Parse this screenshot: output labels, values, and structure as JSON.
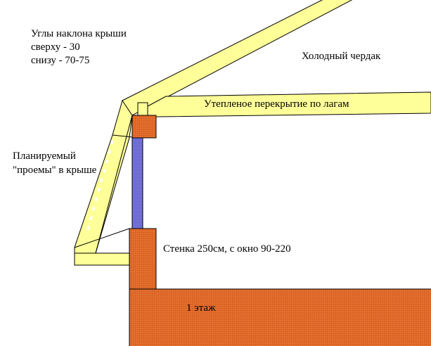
{
  "labels": {
    "roof_angles_title": "Углы наклона крыши",
    "roof_angles_top": "сверху - 30",
    "roof_angles_bottom": "снизу - 70-75",
    "cold_attic": "Холодный чердак",
    "insulated_floor": "Утепленое перекрытие по лагам",
    "planned_line1": "Планируемый",
    "planned_line2": "\"проемы\" в крыше",
    "wall_label": "Стенка 250см, с окно 90-220",
    "first_floor": "1 этаж"
  },
  "colors": {
    "timber_yellow": "#ffff99",
    "brick_orange": "#e06a2a",
    "brick_orange_dark": "#c85520",
    "window_blue": "#7777dd",
    "window_blue_dark": "#5555bb",
    "outline": "#000000",
    "background": "#ffffff"
  }
}
